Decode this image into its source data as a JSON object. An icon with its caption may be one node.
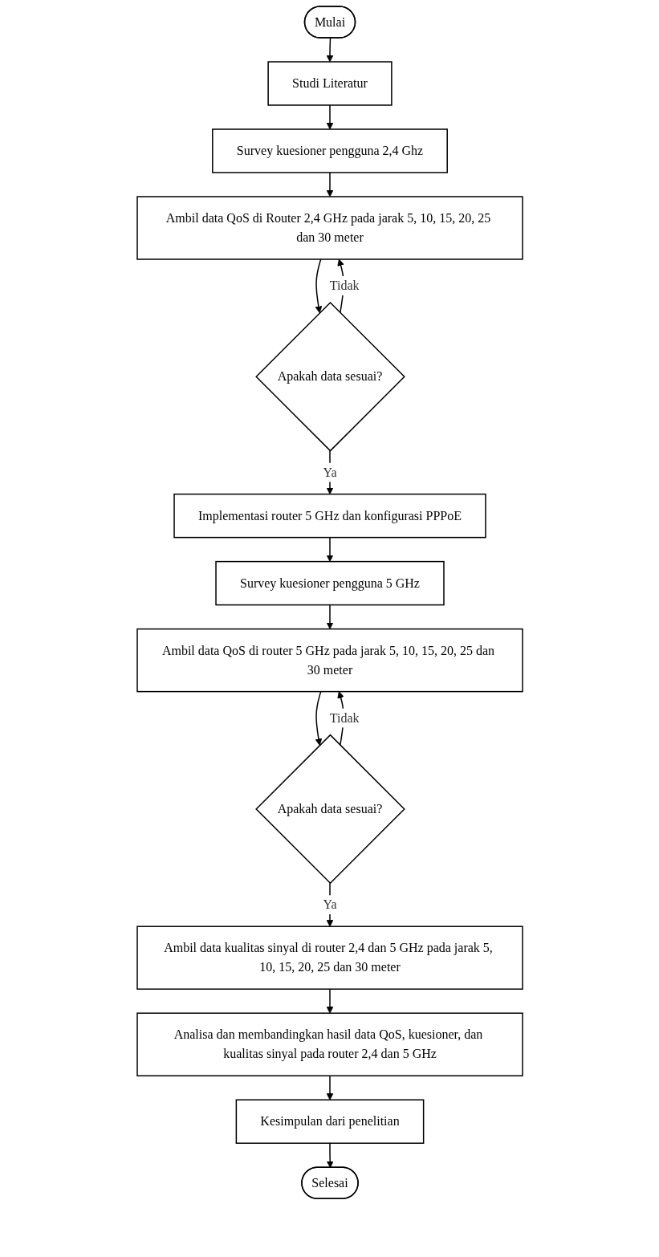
{
  "diagram": {
    "nodes": [
      {
        "text": [
          "Mulai"
        ]
      },
      {
        "text": [
          "Studi Literatur"
        ]
      },
      {
        "text": [
          "Survey kuesioner pengguna 2,4 Ghz"
        ]
      },
      {
        "text": [
          "Ambil data QoS di Router 2,4 GHz pada jarak 5, 10, 15, 20, 25 dan 30 meter"
        ]
      },
      {
        "text": [
          "Apakah data sesuai?"
        ]
      },
      {
        "text": [
          "Implementasi router 5 GHz dan konfigurasi PPPoE"
        ]
      },
      {
        "text": [
          "Survey kuesioner pengguna 5 GHz"
        ]
      },
      {
        "text": [
          "Ambil data QoS di router 5 GHz pada jarak 5, 10, 15, 20, 25 dan 30 meter"
        ]
      },
      {
        "text": [
          "Apakah data sesuai?"
        ]
      },
      {
        "text": [
          "Ambil data kualitas sinyal di router 2,4 dan 5 GHz pada jarak 5, 10, 15, 20, 25 dan 30 meter"
        ]
      },
      {
        "text": [
          "Analisa dan membandingkan hasil data QoS, kuesioner, dan kualitas sinyal pada router 2,4 dan 5 GHz"
        ]
      },
      {
        "text": [
          "Kesimpulan dari penelitian"
        ]
      },
      {
        "text": [
          "Selesai"
        ]
      }
    ],
    "edges": [
      {
        "from": 0,
        "to": 1,
        "arrow": "to"
      },
      {
        "from": 1,
        "to": 2,
        "arrow": "to"
      },
      {
        "from": 2,
        "to": 3,
        "arrow": "to"
      },
      {
        "from": 3,
        "to": 4,
        "arrow": "to"
      },
      {
        "from": 4,
        "to": 3,
        "arrow": "to",
        "label": "Tidak"
      },
      {
        "from": 4,
        "to": 5,
        "arrow": "to",
        "label": "Ya"
      },
      {
        "from": 5,
        "to": 6,
        "arrow": "to"
      },
      {
        "from": 6,
        "to": 7,
        "arrow": "to"
      },
      {
        "from": 7,
        "to": 8,
        "arrow": "to"
      },
      {
        "from": 8,
        "to": 7,
        "arrow": "to",
        "label": "Tidak"
      },
      {
        "from": 8,
        "to": 9,
        "arrow": "to",
        "label": "Ya"
      },
      {
        "from": 9,
        "to": 10,
        "arrow": "to"
      },
      {
        "from": 10,
        "to": 11,
        "arrow": "to"
      },
      {
        "from": 11,
        "to": 12,
        "arrow": "to"
      }
    ]
  }
}
